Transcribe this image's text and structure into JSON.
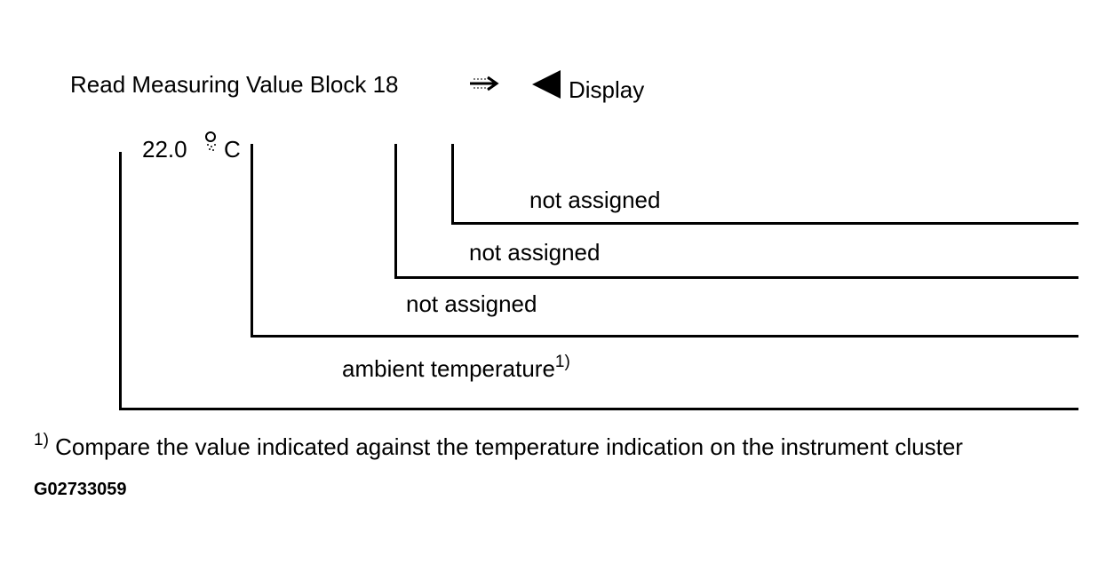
{
  "header": {
    "title": "Read Measuring Value Block 18",
    "arrow_icon": "right-arrow-icon",
    "display_icon": "left-triangle-icon",
    "display_label": "Display"
  },
  "display_value": {
    "number": "22.0",
    "degree_icon": "degree-icon",
    "unit": "C"
  },
  "fields": [
    {
      "label": "ambient temperature",
      "footnote_marker": "1)"
    },
    {
      "label": "not assigned"
    },
    {
      "label": "not assigned"
    },
    {
      "label": "not assigned"
    }
  ],
  "footnote": {
    "marker": "1)",
    "text": "Compare the value indicated against the temperature indication on the instrument cluster"
  },
  "figure_id": "G02733059",
  "colors": {
    "ink": "#000000",
    "background": "#ffffff"
  }
}
